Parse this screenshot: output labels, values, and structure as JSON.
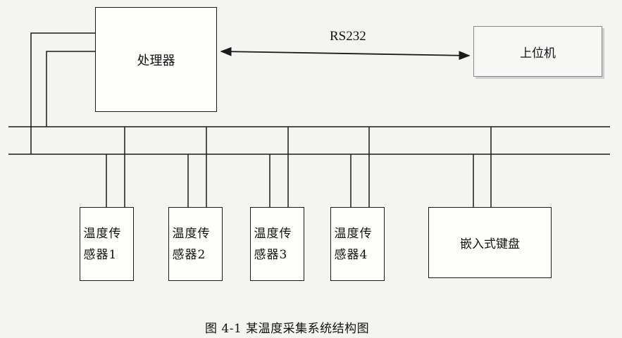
{
  "diagram": {
    "processor_label": "处理器",
    "host_label": "上位机",
    "link_label": "RS232",
    "sensors": [
      {
        "line1": "温度传",
        "line2": "感器1"
      },
      {
        "line1": "温度传",
        "line2": "感器2"
      },
      {
        "line1": "温度传",
        "line2": "感器3"
      },
      {
        "line1": "温度传",
        "line2": "感器4"
      }
    ],
    "keyboard_label": "嵌入式键盘",
    "caption": "图 4-1   某温度采集系统结构图"
  },
  "colors": {
    "line": "#1a1a1a",
    "box_border": "#1a1a1a",
    "host_border": "#888888",
    "background": "#f4f4f2"
  }
}
